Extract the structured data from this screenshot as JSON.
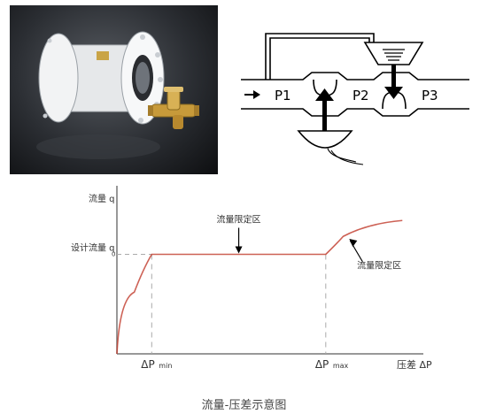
{
  "schematic": {
    "labels": [
      "P1",
      "P2",
      "P3"
    ]
  },
  "chart_data": {
    "type": "line",
    "title": "",
    "ylabel": "流量 q",
    "xlabel": "压差 ΔP",
    "y_tick": "设计流量 q",
    "y_tick_sub": "0",
    "x_ticks": [
      {
        "label": "ΔP",
        "sub": "min",
        "value": 1
      },
      {
        "label": "ΔP",
        "sub": "max",
        "value": 6
      }
    ],
    "annotations": [
      "流量限定区",
      "流量限定区"
    ],
    "series": [
      {
        "points": [
          [
            0,
            0
          ],
          [
            0.25,
            0.35
          ],
          [
            0.5,
            0.62
          ],
          [
            1,
            1
          ],
          [
            6,
            1
          ],
          [
            6.5,
            1.18
          ],
          [
            7,
            1.28
          ],
          [
            8.2,
            1.34
          ]
        ]
      }
    ],
    "xlim": [
      0,
      8.6
    ],
    "ylim": [
      0,
      1.6
    ]
  },
  "caption": "流量-压差示意图"
}
